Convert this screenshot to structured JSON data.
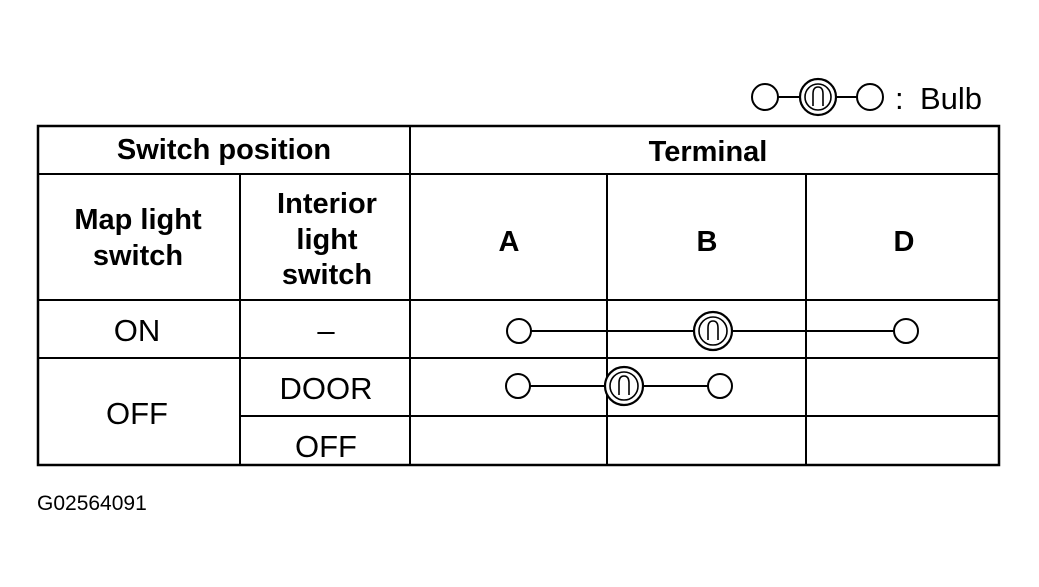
{
  "legend": {
    "separator": ":",
    "label": "Bulb"
  },
  "table": {
    "header": {
      "switch_position": "Switch position",
      "terminal": "Terminal",
      "map_light_switch": [
        "Map light",
        "switch"
      ],
      "interior_light_switch": [
        "Interior",
        "light",
        "switch"
      ],
      "terminals": [
        "A",
        "B",
        "D"
      ]
    },
    "rows": [
      {
        "map": "ON",
        "interior": "–",
        "connection": {
          "from": "A",
          "to": "D",
          "bulb": true
        }
      },
      {
        "map": "OFF",
        "interior": "DOOR",
        "connection": {
          "from": "A",
          "to": "B",
          "bulb": true
        }
      },
      {
        "map": "OFF",
        "interior": "OFF",
        "connection": null
      }
    ]
  },
  "figure_code": "G02564091"
}
